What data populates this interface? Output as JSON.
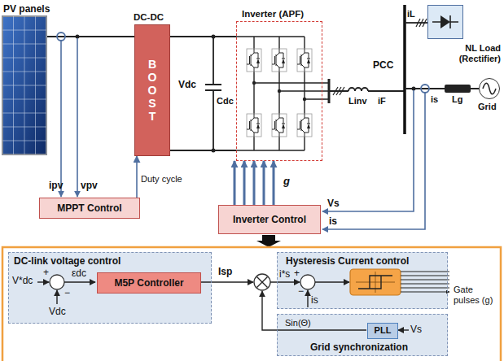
{
  "diagram": {
    "nodes": [
      {
        "text": [
          "PV panels"
        ]
      },
      {
        "text": [
          "DC-DC",
          "BOOST"
        ]
      },
      {
        "text": [
          "Inverter (APF)"
        ]
      },
      {
        "text": [
          "NL Load (Rectifier)"
        ]
      },
      {
        "text": [
          "Grid"
        ]
      },
      {
        "text": [
          "MPPT Control"
        ]
      },
      {
        "text": [
          "Inverter Control"
        ]
      },
      {
        "text": [
          "DC-link voltage control"
        ]
      },
      {
        "text": [
          "M5P Controller"
        ],
        "in": 7
      },
      {
        "text": [
          "Hysteresis Current control"
        ]
      },
      {
        "text": [
          "Grid synchronization"
        ]
      },
      {
        "text": [
          "PLL"
        ],
        "in": 10
      }
    ],
    "edges": [
      {
        "from": 0,
        "to": 1,
        "arrow": "none"
      },
      {
        "from": 5,
        "to": 1,
        "label": "Duty cycle",
        "arrow": "to"
      },
      {
        "from": 1,
        "to": 2,
        "arrow": "none"
      },
      {
        "from": 6,
        "to": 2,
        "label": "g",
        "arrow": "to"
      }
    ],
    "labels": [
      "ipv",
      "vpv",
      "Vdc",
      "Cdc",
      "Linv",
      "iF",
      "PCC",
      "iL",
      "is",
      "Lg",
      "Vs",
      "is",
      "V*dc",
      "+",
      "−",
      "εdc",
      "Vdc",
      "Isp",
      "i*s",
      "+",
      "−",
      "is",
      "Gate pulses (g)",
      "Sin(Θ)",
      "Vs"
    ]
  }
}
